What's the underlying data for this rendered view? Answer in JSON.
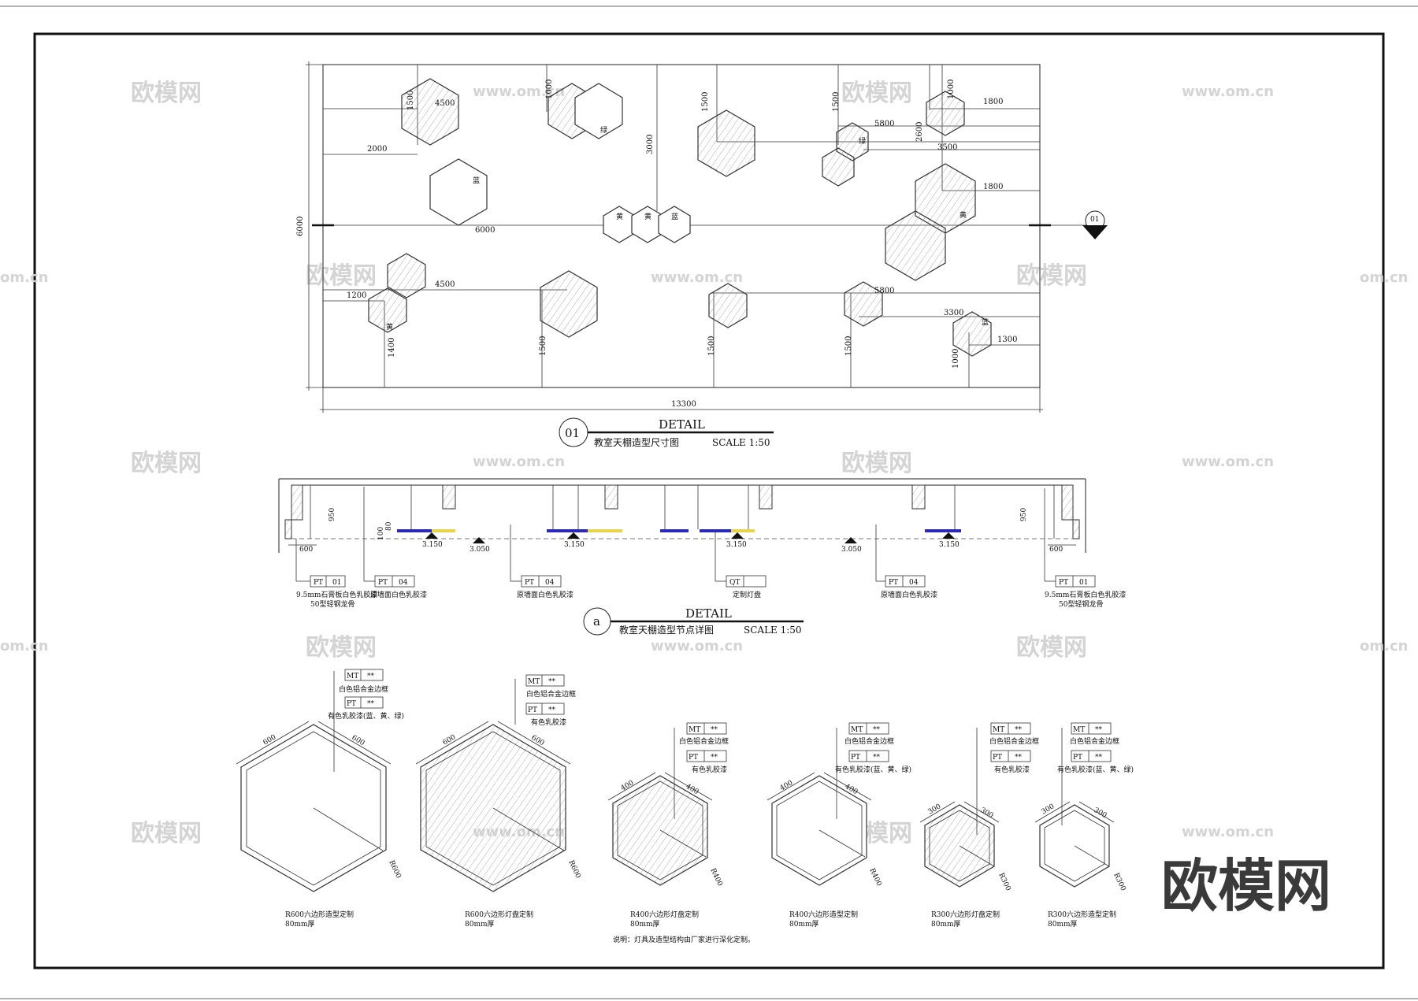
{
  "watermarks": {
    "brand": "欧模网",
    "url": "www.om.cn",
    "url_partial": "om.cn"
  },
  "logo": {
    "text": "欧模网"
  },
  "plan": {
    "overall_width": "13300",
    "overall_height": "6000",
    "center_dim": "6000",
    "section_marker": {
      "number": "01",
      "letter": "—"
    },
    "dims": {
      "d4500a": "4500",
      "d1500a": "1500",
      "d2000": "2000",
      "d1000a": "1000",
      "d3000": "3000",
      "d1500b": "1500",
      "d1500c": "1500",
      "d5800a": "5800",
      "d2600": "2600",
      "d1000b": "1000",
      "d1800a": "1800",
      "d3500": "3500",
      "d1800b": "1800",
      "d1200": "1200",
      "d4500b": "4500",
      "d1400": "1400",
      "d1500d": "1500",
      "d1500e": "1500",
      "d1500f": "1500",
      "d5800b": "5800",
      "d3300": "3300",
      "d1300": "1300",
      "d1000c": "1000"
    },
    "color_marks": {
      "blue": "蓝",
      "green": "绿",
      "yellow": "黄"
    },
    "title": {
      "number": "01",
      "heading": "DETAIL",
      "caption": "教室天棚造型尺寸图",
      "scale": "SCALE 1:50"
    }
  },
  "section": {
    "dims": {
      "h950": "950",
      "w600": "600",
      "d100": "100",
      "d80": "80"
    },
    "levels": [
      "3.150",
      "3.050",
      "3.150",
      "3.150",
      "3.050",
      "3.150"
    ],
    "callouts": [
      {
        "code": "PT",
        "num": "01",
        "text": "9.5mm石膏板白色乳胶漆",
        "text2": "50型轻钢龙骨"
      },
      {
        "code": "PT",
        "num": "04",
        "text": "原墙面白色乳胶漆",
        "text2": ""
      },
      {
        "code": "PT",
        "num": "04",
        "text": "原墙面白色乳胶漆",
        "text2": ""
      },
      {
        "code": "QT",
        "num": "",
        "text": "定制灯盘",
        "text2": ""
      },
      {
        "code": "PT",
        "num": "04",
        "text": "原墙面白色乳胶漆",
        "text2": ""
      },
      {
        "code": "PT",
        "num": "01",
        "text": "9.5mm石膏板白色乳胶漆",
        "text2": "50型轻钢龙骨"
      }
    ],
    "title": {
      "letter": "a",
      "heading": "DETAIL",
      "caption": "教室天棚造型节点详图",
      "scale": "SCALE 1:50"
    }
  },
  "hex_details": [
    {
      "side": "600",
      "radius": "R600",
      "mt": "MT",
      "mt_val": "**",
      "mt_text": "白色铝合金边框",
      "pt": "PT",
      "pt_val": "**",
      "pt_text": "有色乳胶漆(蓝、黄、绿)",
      "name": "R600六边形造型定制",
      "thick": "80mm厚"
    },
    {
      "side": "600",
      "radius": "R600",
      "mt": "MT",
      "mt_val": "**",
      "mt_text": "白色铝合金边框",
      "pt": "PT",
      "pt_val": "**",
      "pt_text": "有色乳胶漆",
      "name": "R600六边形灯盘定制",
      "thick": "80mm厚"
    },
    {
      "side": "400",
      "radius": "R400",
      "mt": "MT",
      "mt_val": "**",
      "mt_text": "白色铝合金边框",
      "pt": "PT",
      "pt_val": "**",
      "pt_text": "有色乳胶漆",
      "name": "R400六边形灯盘定制",
      "thick": "80mm厚"
    },
    {
      "side": "400",
      "radius": "R400",
      "mt": "MT",
      "mt_val": "**",
      "mt_text": "白色铝合金边框",
      "pt": "PT",
      "pt_val": "**",
      "pt_text": "有色乳胶漆(蓝、黄、绿)",
      "name": "R400六边形造型定制",
      "thick": "80mm厚"
    },
    {
      "side": "300",
      "radius": "R300",
      "mt": "MT",
      "mt_val": "**",
      "mt_text": "白色铝合金边框",
      "pt": "PT",
      "pt_val": "**",
      "pt_text": "有色乳胶漆",
      "name": "R300六边形灯盘定制",
      "thick": "80mm厚"
    },
    {
      "side": "300",
      "radius": "R300",
      "mt": "MT",
      "mt_val": "**",
      "mt_text": "白色铝合金边框",
      "pt": "PT",
      "pt_val": "**",
      "pt_text": "有色乳胶漆(蓝、黄、绿)",
      "name": "R300六边形造型定制",
      "thick": "80mm厚"
    }
  ],
  "note": "说明：灯具及造型结构由厂家进行深化定制。",
  "colors": {
    "blue_strip": "#2a2ab8",
    "yellow_strip": "#e8d44a",
    "ink": "#222222"
  }
}
